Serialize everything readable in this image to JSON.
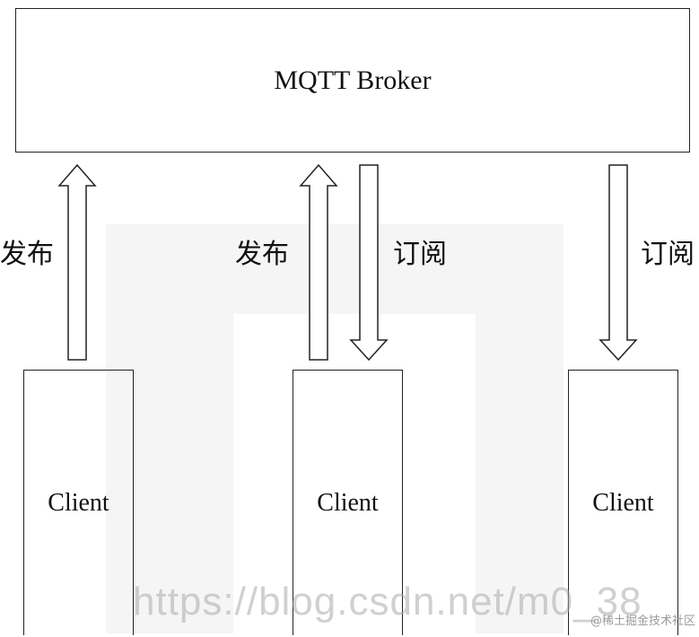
{
  "broker": {
    "label": "MQTT Broker"
  },
  "clients": [
    {
      "label": "Client"
    },
    {
      "label": "Client"
    },
    {
      "label": "Client"
    }
  ],
  "flows": {
    "publish_label": "发布",
    "subscribe_label": "订阅"
  },
  "watermark": {
    "url_text": "https://blog.csdn.net/m0_38",
    "credit": "@稀土掘金技术社区"
  }
}
